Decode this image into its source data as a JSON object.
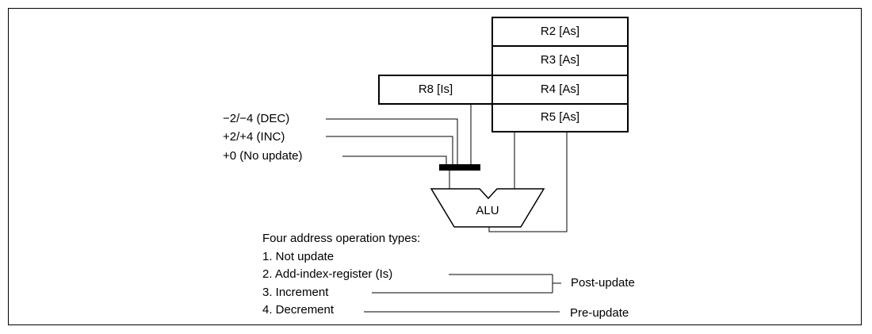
{
  "registers": {
    "r2": "R2 [As]",
    "r3": "R3 [As]",
    "r4": "R4 [As]",
    "r5": "R5 [As]",
    "r8": "R8 [Is]"
  },
  "inputs": {
    "dec": "−2/−4 (DEC)",
    "inc": "+2/+4 (INC)",
    "none": "+0 (No update)"
  },
  "alu": "ALU",
  "notes": {
    "heading": "Four address operation types:",
    "items": [
      "1. Not update",
      "2. Add-index-register (Is)",
      "3. Increment",
      "4. Decrement"
    ]
  },
  "update_labels": {
    "post": "Post-update",
    "pre": "Pre-update"
  }
}
